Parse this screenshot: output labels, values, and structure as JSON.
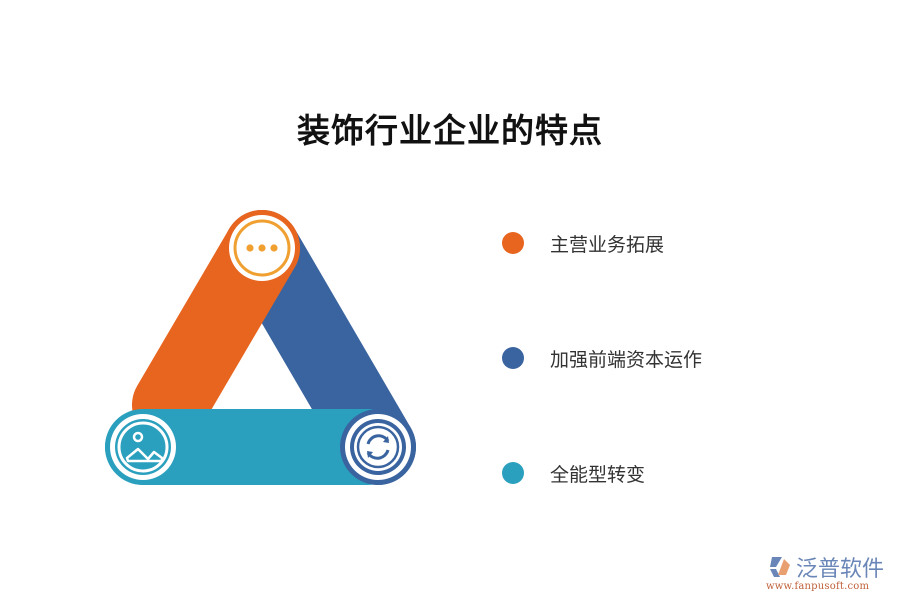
{
  "title": "装饰行业企业的特点",
  "colors": {
    "orange": "#E8651F",
    "blue": "#3A64A0",
    "teal": "#2BA0BE",
    "icon_orange": "#F0A030",
    "white": "#FFFFFF"
  },
  "diagram": {
    "nodes": [
      {
        "position": "top",
        "icon": "more-dots-icon",
        "band_color": "#E8651F"
      },
      {
        "position": "bottom-right",
        "icon": "refresh-icon",
        "band_color": "#3A64A0"
      },
      {
        "position": "bottom-left",
        "icon": "image-icon",
        "band_color": "#2BA0BE"
      }
    ]
  },
  "legend": {
    "items": [
      {
        "label": "主营业务拓展",
        "color": "#E8651F"
      },
      {
        "label": "加强前端资本运作",
        "color": "#3A64A0"
      },
      {
        "label": "全能型转变",
        "color": "#2BA0BE"
      }
    ]
  },
  "watermark": {
    "name": "泛普软件",
    "url": "www.fanpusoft.com"
  }
}
